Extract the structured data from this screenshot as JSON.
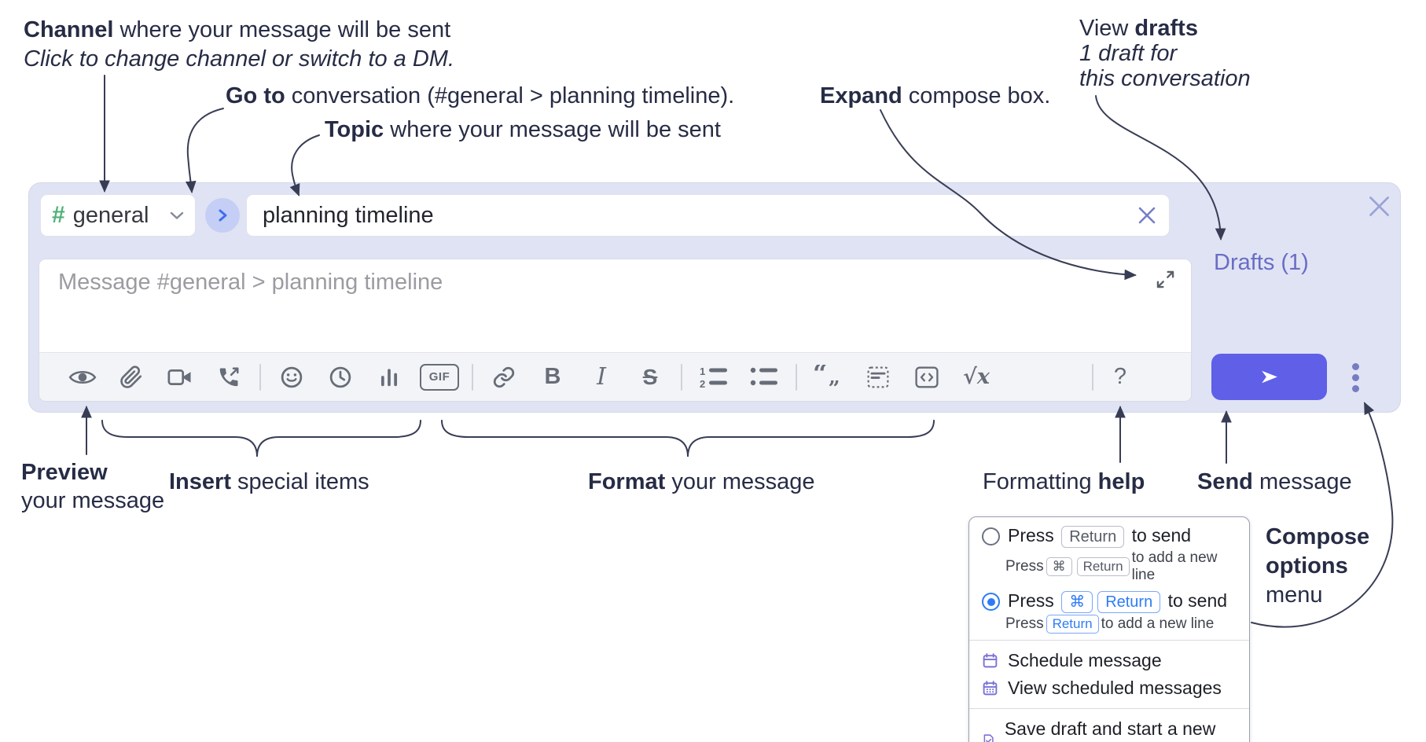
{
  "annotations": {
    "channel": {
      "bold": "Channel",
      "rest": " where your message will be sent",
      "sub": "Click to change channel or switch to a DM."
    },
    "goto": {
      "bold": "Go to",
      "rest": " conversation (#general > planning timeline)."
    },
    "topic": {
      "bold": "Topic",
      "rest": " where your message will be sent"
    },
    "view_drafts": {
      "pre": "View ",
      "bold": "drafts",
      "line2": "1 draft for",
      "line3": "this conversation"
    },
    "expand": {
      "bold": "Expand",
      "rest": " compose box."
    },
    "preview": {
      "bold": "Preview",
      "line2": "your message"
    },
    "insert": {
      "bold": "Insert",
      "rest": " special items"
    },
    "format": {
      "bold": "Format",
      "rest": " your message"
    },
    "formatting_help": {
      "pre": "Formatting ",
      "bold": "help"
    },
    "send": {
      "bold": "Send",
      "rest": " message"
    },
    "compose_options": {
      "line1": "Compose",
      "line2": "options",
      "line3": "menu"
    }
  },
  "compose": {
    "channel": {
      "hash": "#",
      "name": "general"
    },
    "topic": {
      "value": "planning timeline"
    },
    "message": {
      "placeholder": "Message #general > planning timeline"
    },
    "drafts_label": "Drafts (1)",
    "toolbar": {
      "gif": "GIF",
      "bold": "B",
      "italic": "I",
      "strike": "S",
      "math": "√x",
      "help": "?",
      "ol_1": "1",
      "ol_2": "2",
      "icons": [
        "preview-eye",
        "attach-file",
        "start-video-call",
        "start-voice-call",
        "add-emoji",
        "add-global-time",
        "add-poll",
        "add-gif",
        "link",
        "bold",
        "italic",
        "strikethrough",
        "numbered-list",
        "bulleted-list",
        "quote",
        "spoiler",
        "code",
        "math",
        "formatting-help"
      ]
    }
  },
  "popup": {
    "option_return": {
      "selected": false,
      "main_pre": "Press ",
      "key": "Return",
      "main_post": " to send",
      "sub_pre": "Press ",
      "sub_key1": "⌘",
      "sub_key2": "Return",
      "sub_post": " to add a new line"
    },
    "option_cmd_return": {
      "selected": true,
      "main_pre": "Press ",
      "key1": "⌘",
      "key2": "Return",
      "main_post": " to send",
      "sub_pre": "Press ",
      "sub_key": "Return",
      "sub_post": " to add a new line"
    },
    "schedule": "Schedule message",
    "view_scheduled": "View scheduled messages",
    "save_draft": "Save draft and start a new message"
  },
  "colors": {
    "compose_bg": "#e0e3f3",
    "send_button": "#5f5fe8",
    "drafts_link": "#696dc5",
    "channel_hash": "#4fb176",
    "goto_chevron": "#3e6ef0",
    "goto_circle_bg": "#c5cef5",
    "radio_selected": "#2e7cf5",
    "key_accent": "#2e7cf5",
    "menu_icon_purple": "#7a71d6",
    "annotation_text": "#272c45",
    "toolbar_icon": "#676d78"
  }
}
